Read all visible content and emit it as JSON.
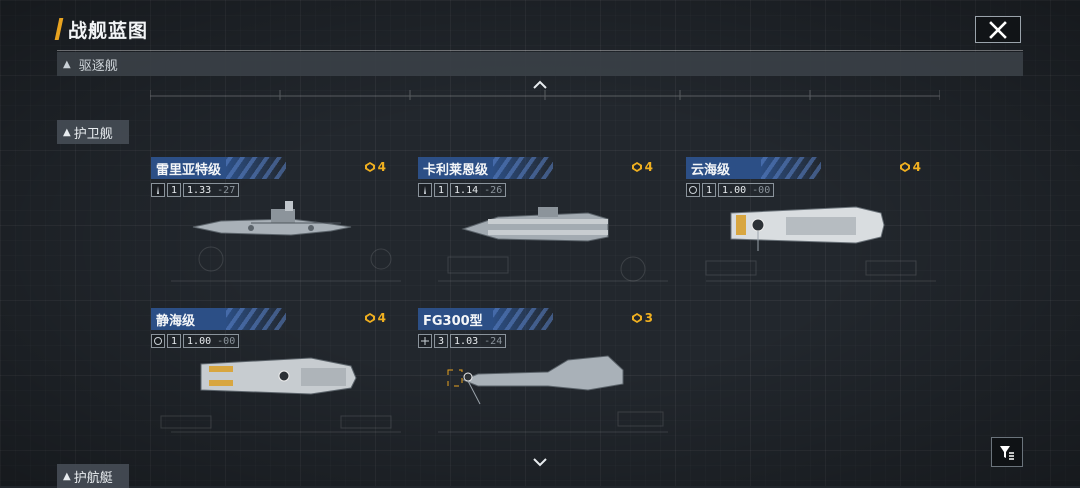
{
  "header": {
    "title": "战舰蓝图"
  },
  "categories": [
    {
      "label": "驱逐舰"
    },
    {
      "label": "护卫舰"
    },
    {
      "label": "护航艇"
    }
  ],
  "ships": [
    {
      "name": "雷里亚特级",
      "rank": "4",
      "level": "1",
      "stat_main": "1.33",
      "stat_sub": "27"
    },
    {
      "name": "卡利莱恩级",
      "rank": "4",
      "level": "1",
      "stat_main": "1.14",
      "stat_sub": "26"
    },
    {
      "name": "云海级",
      "rank": "4",
      "level": "1",
      "stat_main": "1.00",
      "stat_sub": "00"
    },
    {
      "name": "静海级",
      "rank": "4",
      "level": "1",
      "stat_main": "1.00",
      "stat_sub": "00"
    },
    {
      "name": "FG300型",
      "rank": "3",
      "level": "3",
      "stat_main": "1.03",
      "stat_sub": "24"
    }
  ],
  "icons": {
    "close": "close-icon",
    "filter": "filter-icon",
    "scroll_up": "chevron-up-icon",
    "scroll_down": "chevron-down-icon",
    "rank": "rank-badge-icon"
  },
  "colors": {
    "accent": "#e8a320",
    "rank": "#f0b020",
    "name_banner": "#2c4f86",
    "background": "#22272d"
  }
}
